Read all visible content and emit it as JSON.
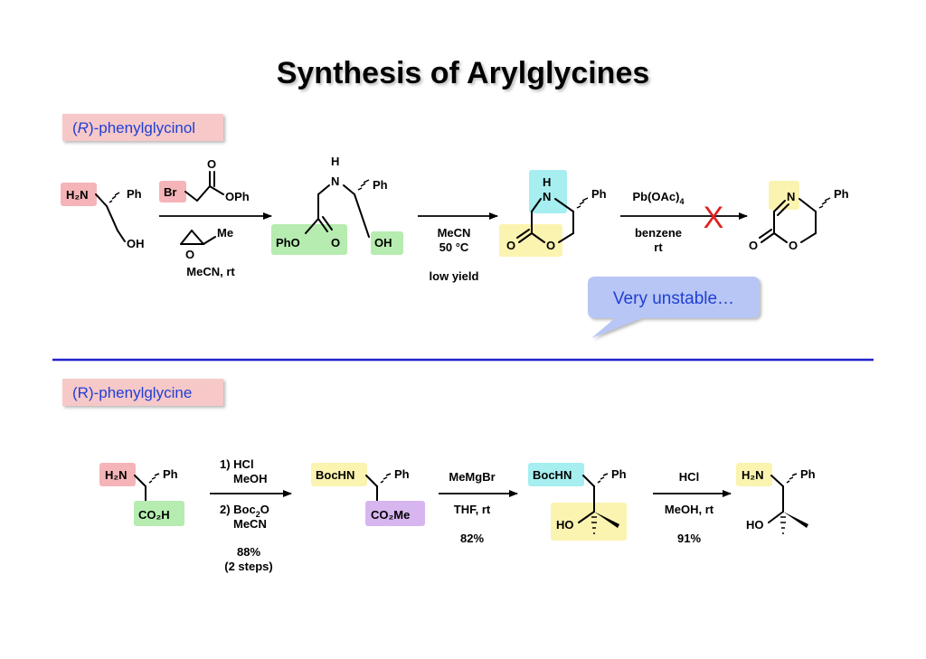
{
  "title": "Synthesis of Arylglycines",
  "section1": {
    "tag_prefix": "(",
    "tag_italic": "R",
    "tag_suffix": ")-phenylglycinol",
    "sm": {
      "amine": "H₂N",
      "ph": "Ph",
      "oh": "OH"
    },
    "reagent1": {
      "br": "Br",
      "o": "O",
      "oph": "OPh",
      "me": "Me",
      "epox_o": "O",
      "conditions": "MeCN, rt"
    },
    "intermediate": {
      "n": "N",
      "h": "H",
      "ph": "Ph",
      "pho": "PhO",
      "o": "O",
      "oh": "OH"
    },
    "step2": {
      "line1": "MeCN",
      "line2": "50 °C",
      "note": "low yield"
    },
    "lactone": {
      "h": "H",
      "n": "N",
      "ph": "Ph",
      "o_carbonyl": "O",
      "o_ring": "O"
    },
    "step3": {
      "reagent": "Pb(OAc)",
      "reagent_sub": "4",
      "line2": "benzene",
      "line3": "rt",
      "fail_mark": "X"
    },
    "product": {
      "n": "N",
      "ph": "Ph",
      "o_carbonyl": "O",
      "o_ring": "O"
    },
    "callout": "Very unstable…"
  },
  "section2": {
    "tag": "(R)-phenylglycine",
    "sm": {
      "amine": "H₂N",
      "ph": "Ph",
      "acid": "CO₂H"
    },
    "step1": {
      "l1": "1) HCl",
      "l2": "MeOH",
      "l3_pre": "2) Boc",
      "l3_sub": "2",
      "l3_post": "O",
      "l4": "MeCN",
      "yield": "88%",
      "yield_note": "(2 steps)"
    },
    "ester": {
      "boc": "BocHN",
      "ph": "Ph",
      "ester": "CO₂Me"
    },
    "step2": {
      "l1": "MeMgBr",
      "l2": "THF, rt",
      "yield": "82%"
    },
    "alcohol": {
      "boc": "BocHN",
      "ph": "Ph",
      "ho": "HO"
    },
    "step3": {
      "l1": "HCl",
      "l2": "MeOH, rt",
      "yield": "91%"
    },
    "final": {
      "amine": "H₂N",
      "ph": "Ph",
      "ho": "HO"
    }
  },
  "colors": {
    "title": "#000000",
    "tag_text": "#1f3fd6",
    "tag_bg": "#f7c8c8",
    "divider": "#2222cc",
    "callout_bg": "#b8c6f5",
    "callout_text": "#1f3fd6",
    "fail": "#e02020"
  }
}
